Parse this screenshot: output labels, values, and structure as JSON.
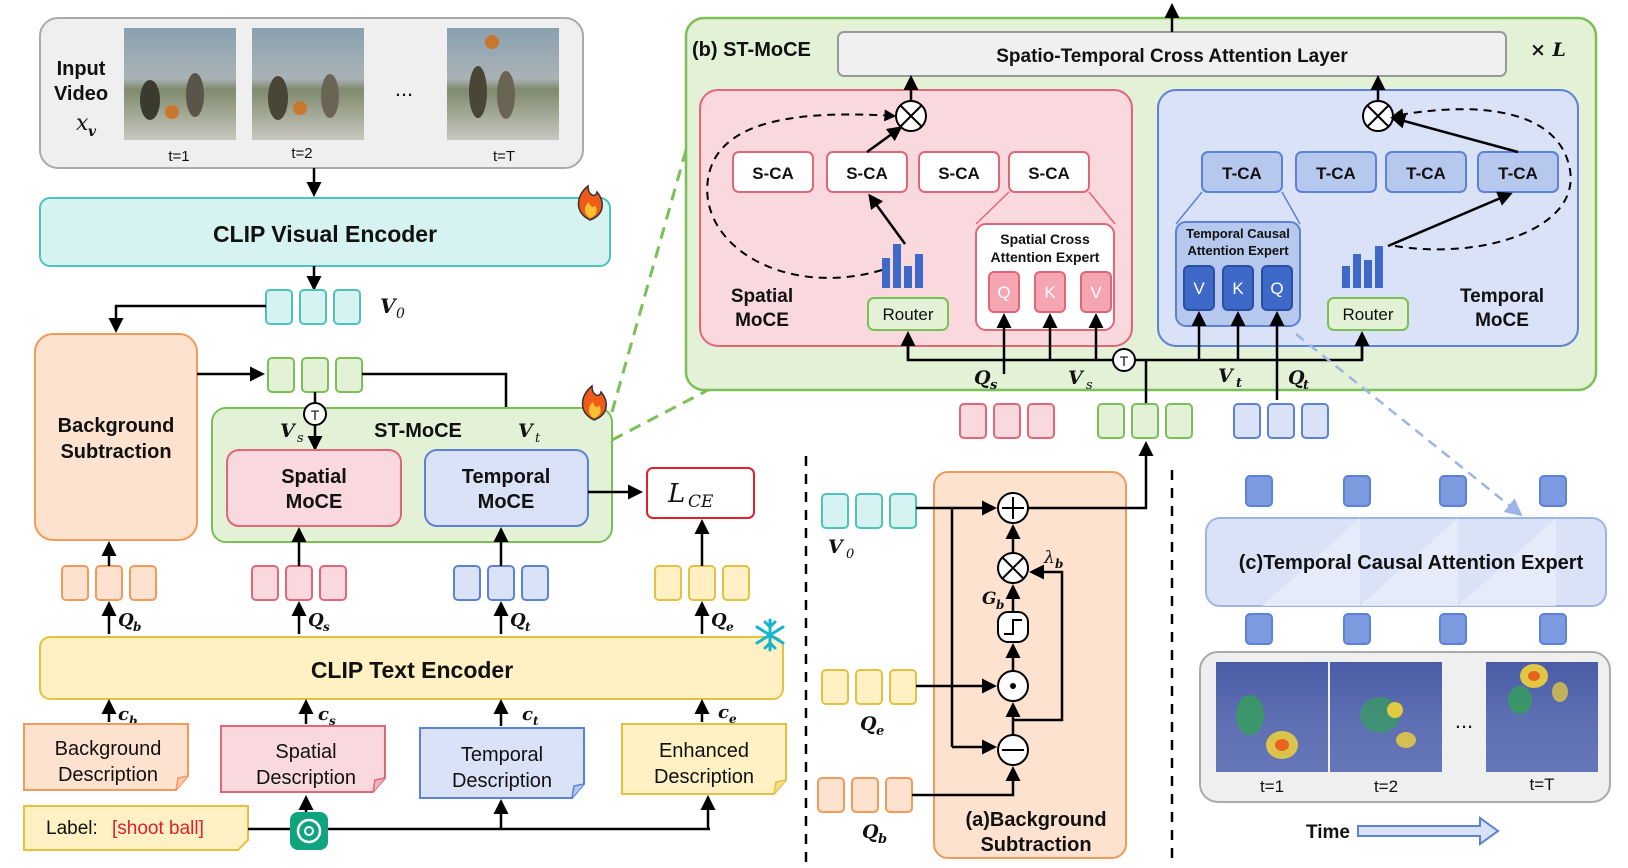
{
  "colors": {
    "teal_fill": "#d6f3f1",
    "teal_stroke": "#4ec3bb",
    "orange_fill": "#fde3cf",
    "orange_stroke": "#f19a5b",
    "green_fill": "#e3f1d7",
    "green_stroke": "#7ac056",
    "pink_fill": "#f9d9de",
    "pink_stroke": "#e06778",
    "blue_fill": "#d9e2f7",
    "blue_stroke": "#5b82d4",
    "yellow_fill": "#fff1c4",
    "yellow_stroke": "#e5c142",
    "dark_blue": "#3f69c9",
    "loss_red": "#e0202a",
    "label_red": "#e0202a"
  },
  "input": {
    "title_line1": "Input",
    "title_line2": "Video",
    "symbol": "x",
    "symbol_sub": "v",
    "ellipsis": "...",
    "frames": [
      "t=1",
      "t=2",
      "t=T"
    ]
  },
  "encoders": {
    "visual": "CLIP Visual Encoder",
    "text": "CLIP Text Encoder"
  },
  "tokens": {
    "v0": "V",
    "v0_sub": "0",
    "vs": "V",
    "vs_sub": "s",
    "vt": "V",
    "vt_sub": "t",
    "qb": "Q",
    "qb_sub": "b",
    "qs": "Q",
    "qs_sub": "s",
    "qt": "Q",
    "qt_sub": "t",
    "qe": "Q",
    "qe_sub": "e",
    "cb": "c",
    "cb_sub": "b",
    "cs": "c",
    "cs_sub": "s",
    "ct": "c",
    "ct_sub": "t",
    "ce": "c",
    "ce_sub": "e"
  },
  "left": {
    "bg_sub_line1": "Background",
    "bg_sub_line2": "Subtraction",
    "st_moce": "ST-MoCE",
    "spatial_line1": "Spatial",
    "spatial_line2": "MoCE",
    "temporal_line1": "Temporal",
    "temporal_line2": "MoCE",
    "loss": "L",
    "loss_sub": "CE",
    "top_marker": "T"
  },
  "descriptions": {
    "background": [
      "Background",
      "Description"
    ],
    "spatial": [
      "Spatial",
      "Description"
    ],
    "temporal": [
      "Temporal",
      "Description"
    ],
    "enhanced": [
      "Enhanced",
      "Description"
    ],
    "label_prefix": "Label: ",
    "label_value": "[shoot ball]"
  },
  "stmoce": {
    "title": "(b) ST-MoCE",
    "cross_attn_layer": "Spatio-Temporal Cross Attention Layer",
    "repeat": "× L",
    "s_ca": [
      "S-CA",
      "S-CA",
      "S-CA",
      "S-CA"
    ],
    "t_ca": [
      "T-CA",
      "T-CA",
      "T-CA",
      "T-CA"
    ],
    "spatial_expert_line1": "Spatial Cross",
    "spatial_expert_line2": "Attention Expert",
    "spatial_qkv": [
      "Q",
      "K",
      "V"
    ],
    "temporal_expert_line1": "Temporal Causal",
    "temporal_expert_line2": "Attention Expert",
    "temporal_vkq": [
      "V",
      "K",
      "Q"
    ],
    "router": "Router",
    "spatial_moce_line1": "Spatial",
    "spatial_moce_line2": "MoCE",
    "temporal_moce_line1": "Temporal",
    "temporal_moce_line2": "MoCE",
    "qs": "Q",
    "qs_sub": "s",
    "vs": "V",
    "vs_sub": "s",
    "vt": "V",
    "vt_sub": "t",
    "qt": "Q",
    "qt_sub": "t",
    "marker": "T"
  },
  "bgsub": {
    "title_line1": "(a)Background",
    "title_line2": "Subtraction",
    "v0": "V",
    "v0_sub": "0",
    "qe": "Q",
    "qe_sub": "e",
    "qb": "Q",
    "qb_sub": "b",
    "gate": "G",
    "gate_sub": "b",
    "lambda": "λ",
    "lambda_sub": "b"
  },
  "temporal_expert": {
    "title": "(c)Temporal Causal Attention Expert",
    "frames": [
      "t=1",
      "t=2",
      "t=T"
    ],
    "ellipsis": "...",
    "time_label": "Time"
  }
}
